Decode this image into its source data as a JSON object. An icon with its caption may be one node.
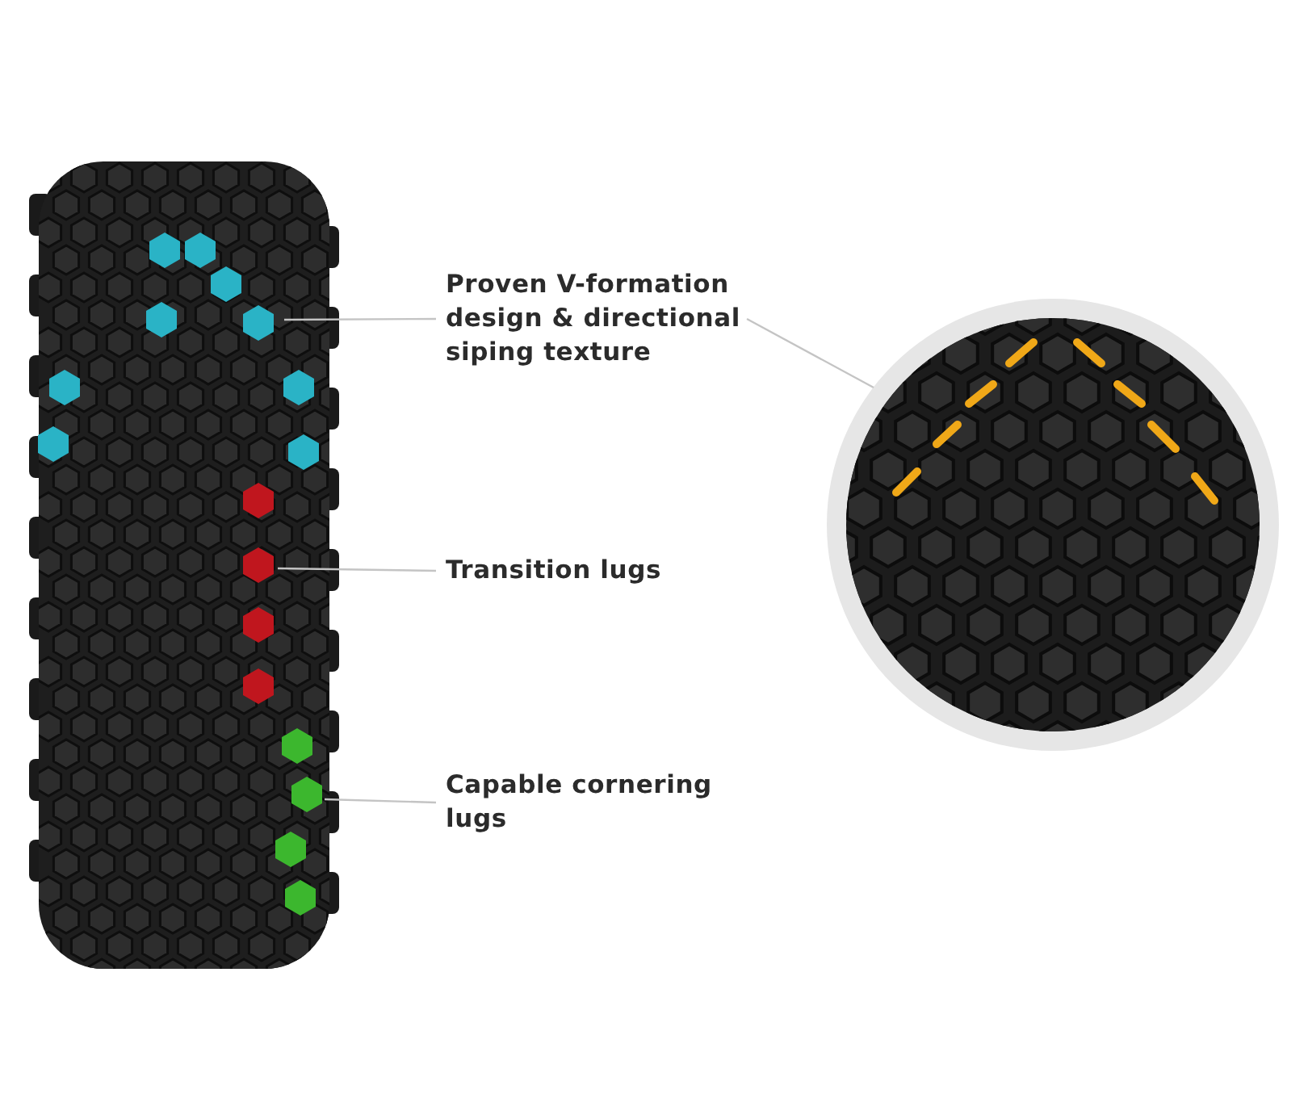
{
  "diagram": {
    "nodes": [
      {
        "text": [
          "Proven V-formation design & directional siping texture"
        ]
      },
      {
        "text": [
          "Transition lugs"
        ]
      },
      {
        "text": [
          "Capable cornering lugs"
        ]
      },
      {
        "text": [],
        "shape": "picture"
      },
      {
        "text": [],
        "shape": "hexagon",
        "in": 3
      },
      {
        "text": [],
        "shape": "hexagon",
        "in": 3
      },
      {
        "text": [],
        "shape": "hexagon",
        "in": 3
      },
      {
        "text": [],
        "shape": "picture"
      }
    ],
    "edges": [
      {
        "from": 0,
        "to": 4,
        "arrow": "none"
      },
      {
        "from": 0,
        "to": 7,
        "arrow": "none"
      },
      {
        "from": 1,
        "to": 5,
        "arrow": "none"
      },
      {
        "from": 2,
        "to": 6,
        "arrow": "none"
      }
    ]
  }
}
